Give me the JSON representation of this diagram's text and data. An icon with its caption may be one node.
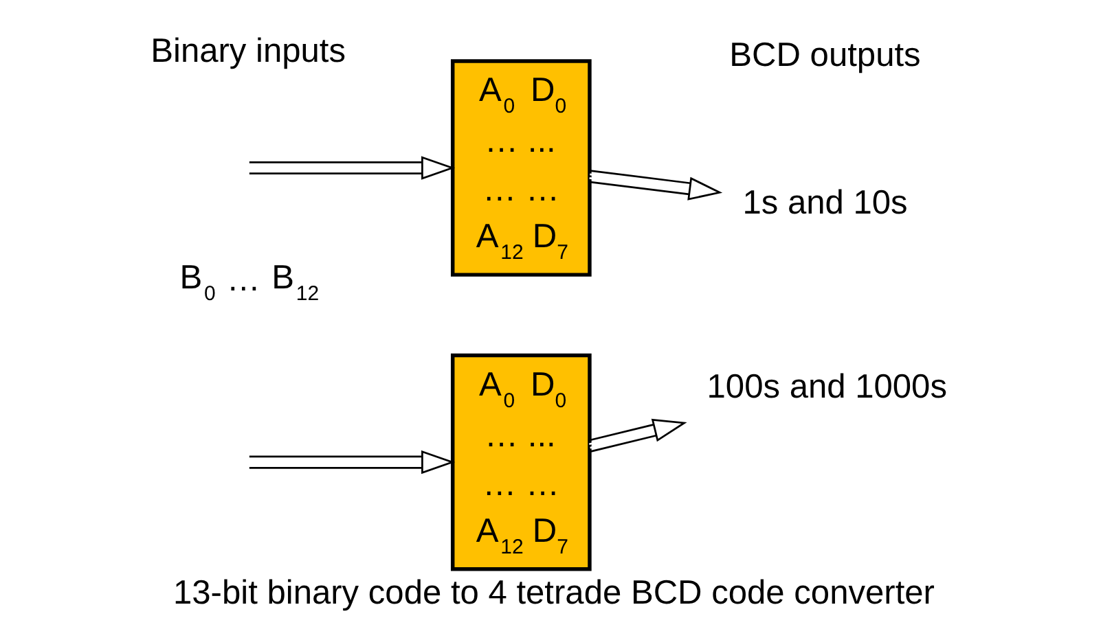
{
  "diagram": {
    "caption": "13-bit binary code to 4 tetrade BCD code converter",
    "nodes": [
      {
        "text": [
          "A$_{0}$ D$_{0}$",
          "… ...",
          "… …",
          "A$_{12}$ D$_{7}$"
        ]
      },
      {
        "text": [
          "A$_{0}$ D$_{0}$",
          "… ...",
          "… …",
          "A$_{12}$ D$_{7}$"
        ]
      },
      {
        "text": [
          "1s and 10s"
        ]
      },
      {
        "text": [
          "100s and 1000s"
        ]
      }
    ],
    "edges": [
      {
        "from": null,
        "to": 0,
        "arrow": "to"
      },
      {
        "from": null,
        "to": 1,
        "arrow": "to"
      },
      {
        "from": 0,
        "to": 2,
        "arrow": "to"
      },
      {
        "from": 1,
        "to": 3,
        "arrow": "to"
      }
    ],
    "labels": [
      "Binary inputs",
      "B$_{0}$ … B$_{12}$",
      "BCD outputs"
    ]
  }
}
